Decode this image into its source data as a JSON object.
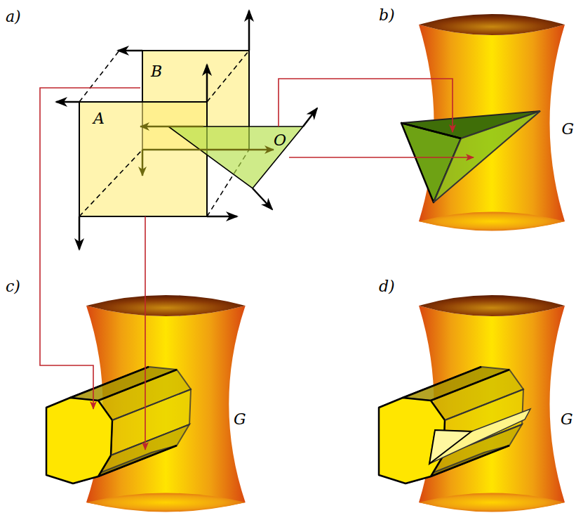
{
  "diagram": {
    "nodes": [
      {
        "text": [
          "B"
        ]
      },
      {
        "text": [
          "A"
        ]
      },
      {
        "text": [
          "O"
        ]
      },
      {
        "text": [
          "G"
        ]
      },
      {
        "text": [
          "G"
        ]
      },
      {
        "text": [
          "G"
        ]
      }
    ],
    "labels": [
      "a)",
      "b)",
      "c)",
      "d)"
    ]
  }
}
